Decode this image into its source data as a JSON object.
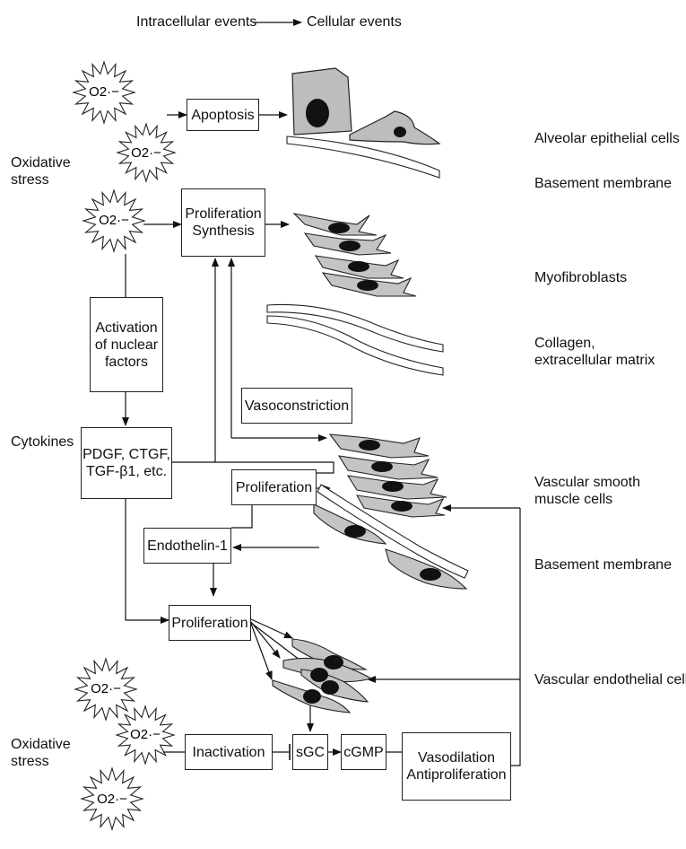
{
  "header": {
    "left": "Intracellular events",
    "right": "Cellular events"
  },
  "left_labels": {
    "oxidative_top": [
      "Oxidative",
      "stress"
    ],
    "cytokines": "Cytokines",
    "oxidative_bottom": [
      "Oxidative",
      "stress"
    ]
  },
  "superoxide_label": "O2·−",
  "boxes": {
    "apoptosis": "Apoptosis",
    "prolif_synthesis": [
      "Proliferation",
      "Synthesis"
    ],
    "activation": [
      "Activation",
      "of nuclear",
      "factors"
    ],
    "cytokine_list": [
      "PDGF, CTGF,",
      "TGF-β1, etc."
    ],
    "vasoconstriction": "Vasoconstriction",
    "proliferation_smc": "Proliferation",
    "endothelin": "Endothelin-1",
    "proliferation_endo": "Proliferation",
    "inactivation": "Inactivation",
    "sgc": "sGC",
    "cgmp": "cGMP",
    "vasodilation": [
      "Vasodilation",
      "Antiproliferation"
    ]
  },
  "right_labels": {
    "alveolar": "Alveolar epithelial cells",
    "basement_top": "Basement membrane",
    "myofibroblasts": "Myofibroblasts",
    "collagen": [
      "Collagen,",
      "extracellular matrix"
    ],
    "vsmc": [
      "Vascular smooth",
      "muscle cells"
    ],
    "basement_bottom": "Basement membrane",
    "endothelial": "Vascular endothelial cells"
  }
}
